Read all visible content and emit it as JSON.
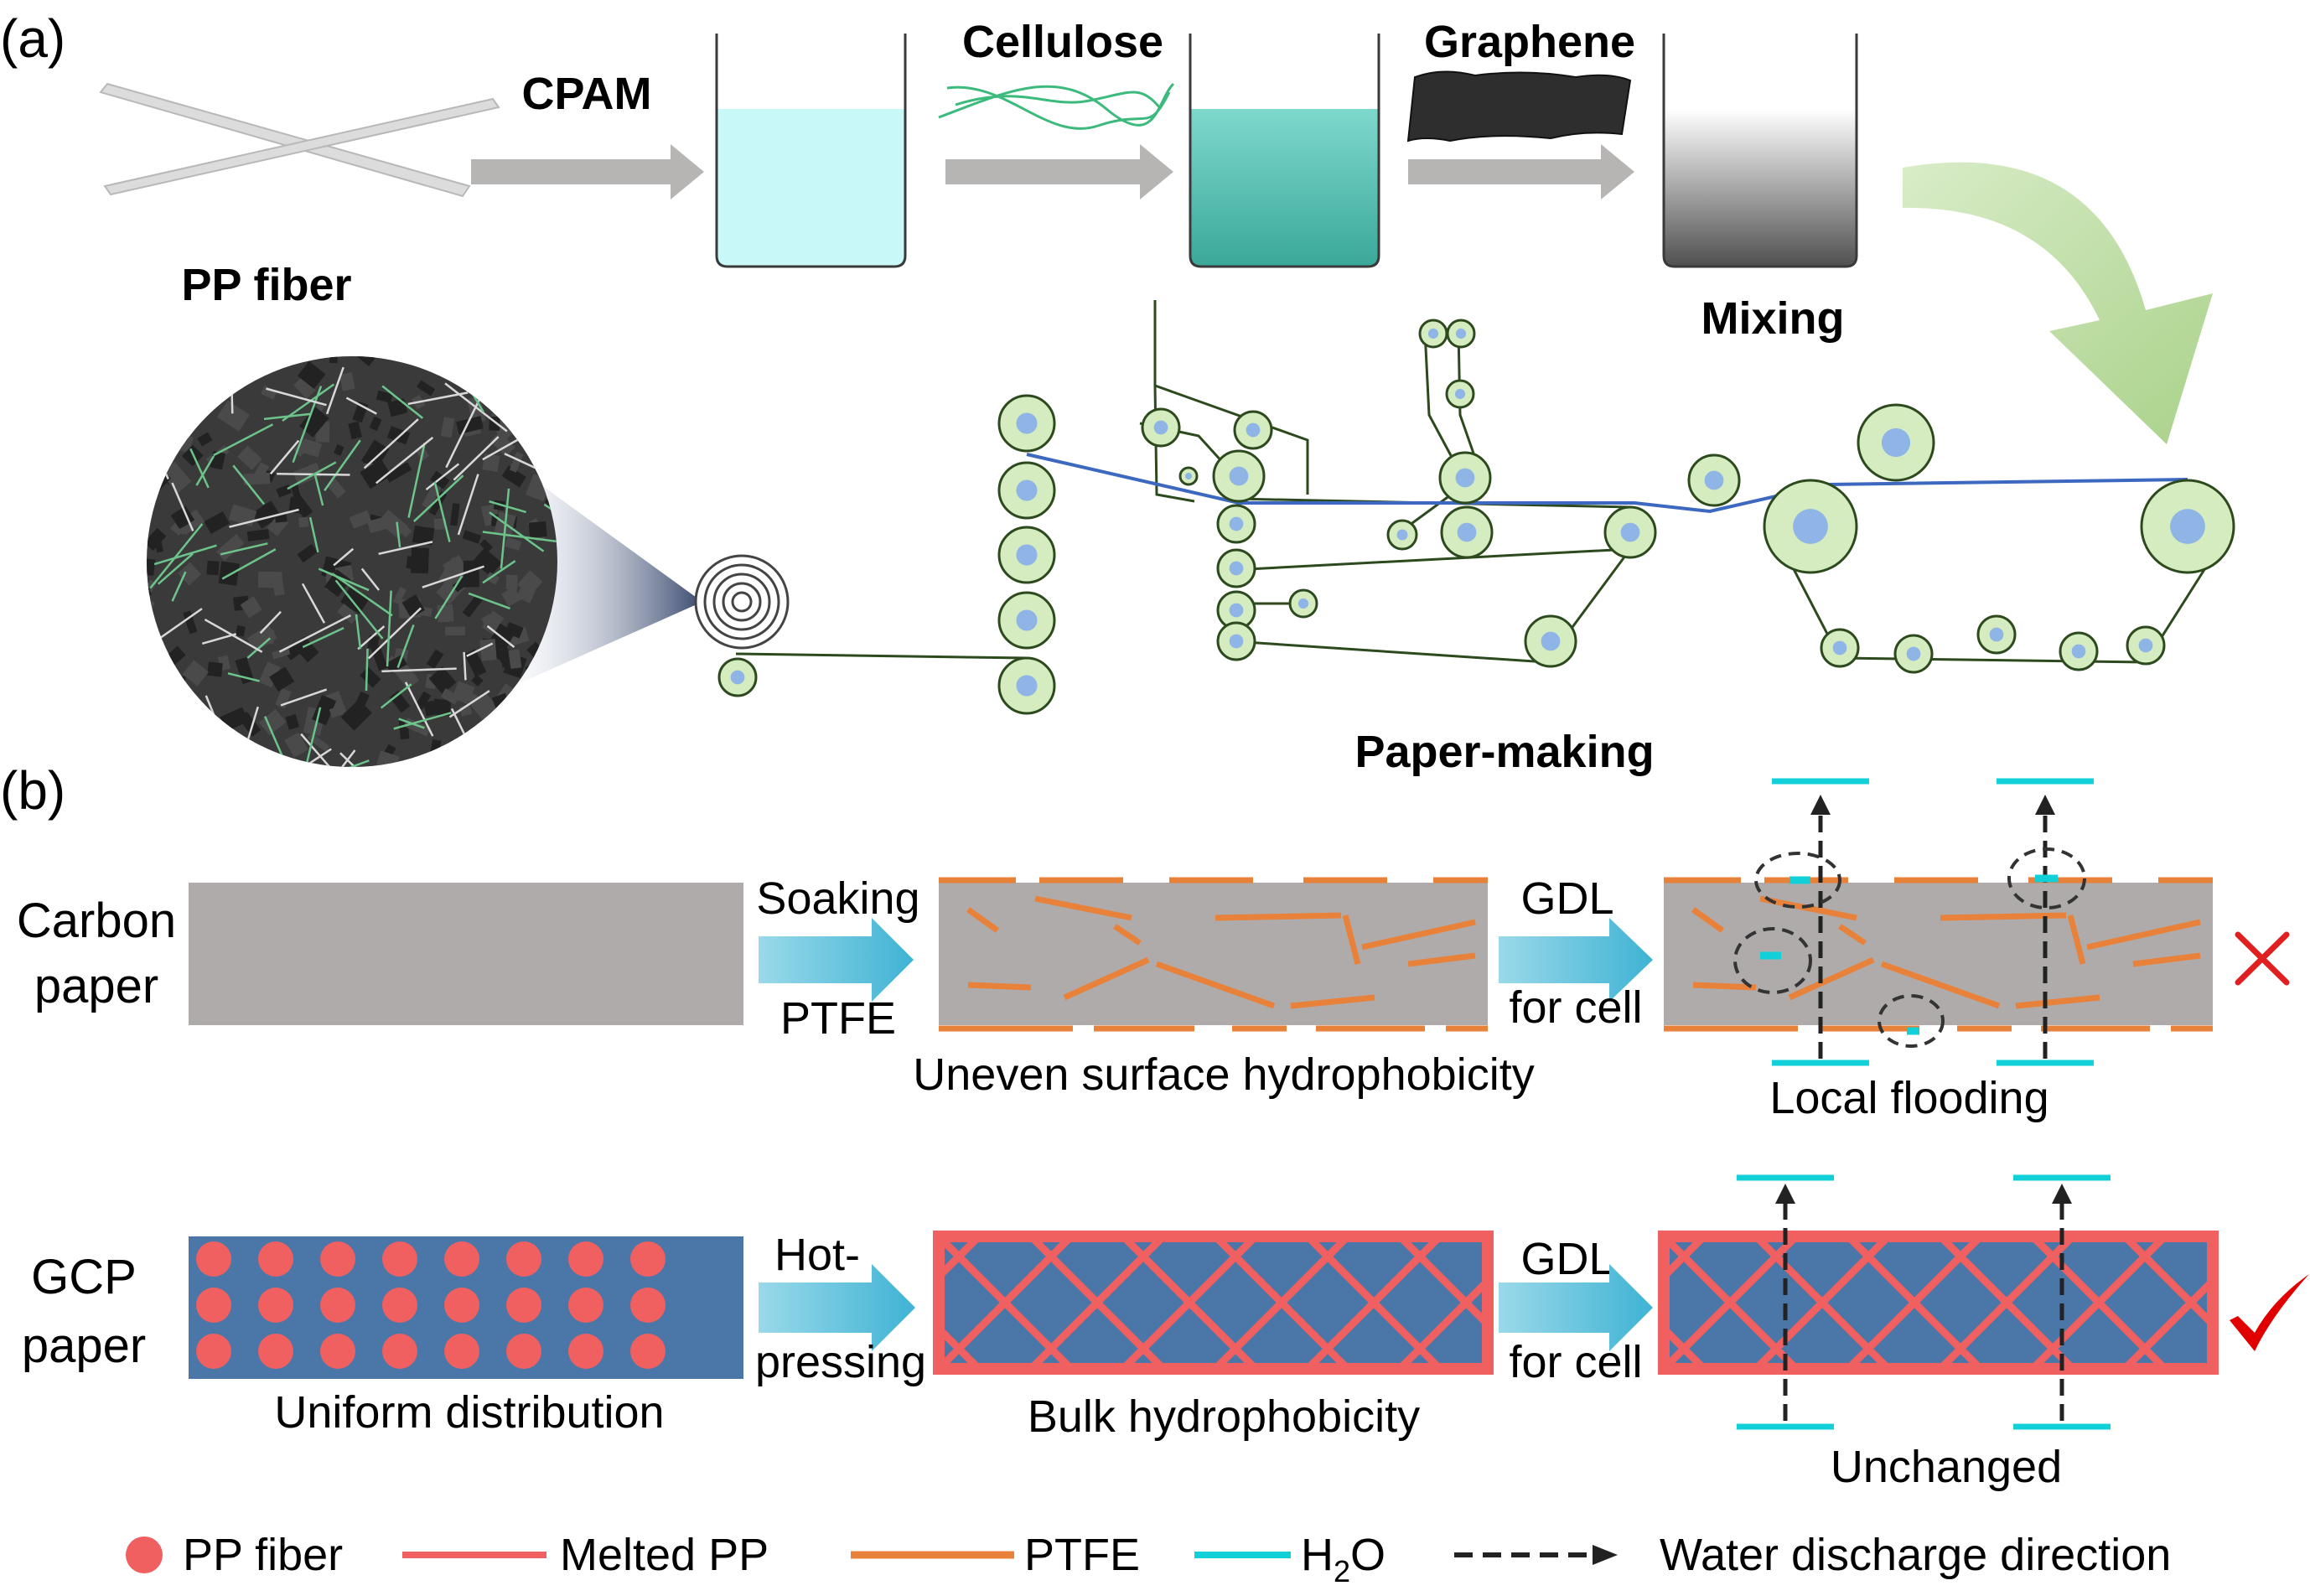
{
  "panel_a": {
    "label": "(a)",
    "pp_fiber_label": "PP fiber",
    "cpam_label": "CPAM",
    "cellulose_label": "Cellulose",
    "graphene_label": "Graphene",
    "mixing_label": "Mixing",
    "paper_making_label": "Paper-making"
  },
  "panel_b": {
    "label": "(b)",
    "row1": {
      "sample_line1": "Carbon",
      "sample_line2": "paper",
      "step1_top": "Soaking",
      "step1_bottom": "PTFE",
      "mid_caption": "Uneven surface hydrophobicity",
      "step2_top": "GDL",
      "step2_bottom": "for cell",
      "result_caption": "Local flooding",
      "result_mark": "✕"
    },
    "row2": {
      "sample_line1": "GCP",
      "sample_line2": "paper",
      "left_caption": "Uniform distribution",
      "step1_top": "Hot-",
      "step1_bottom": "pressing",
      "mid_caption": "Bulk hydrophobicity",
      "step2_top": "GDL",
      "step2_bottom": "for cell",
      "result_caption": "Unchanged",
      "result_mark": "✓"
    }
  },
  "legend": {
    "pp_fiber": "PP fiber",
    "melted_pp": "Melted PP",
    "ptfe": "PTFE",
    "h2o_main": "H",
    "h2o_sub": "2",
    "h2o_tail": "O",
    "water_direction": "Water discharge direction"
  },
  "colors": {
    "arrow_gray": "#b7b4b4",
    "arrow_cyan": "#5bbfd6",
    "carbon_gray": "#afabab",
    "ptfe_orange": "#e8823a",
    "gcp_blue": "#4a76a8",
    "pp_red": "#f06060",
    "h2o_cyan": "#12d0d8",
    "roller_green": "#d4ecc0",
    "roller_blue": "#8fb4e6",
    "belt_blue": "#3c68c0",
    "cross_red": "#e02020",
    "check_red": "#e00000"
  }
}
